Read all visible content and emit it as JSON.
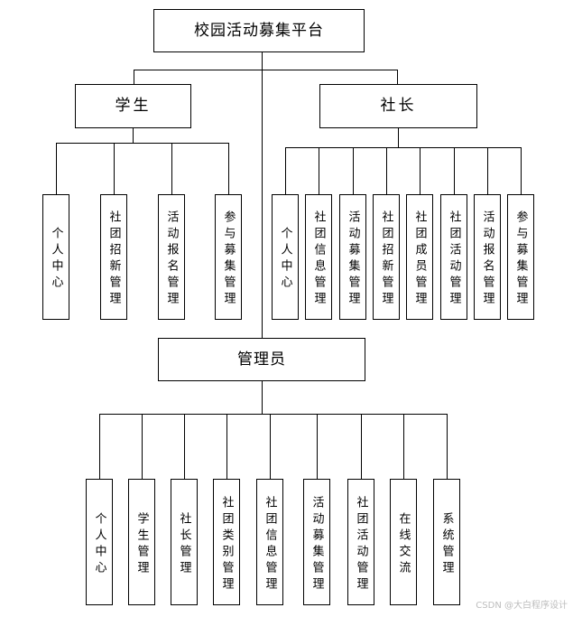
{
  "root": {
    "label": "校园活动募集平台"
  },
  "student": {
    "label": "学生",
    "children": [
      "个人中心",
      "社团招新管理",
      "活动报名管理",
      "参与募集管理"
    ]
  },
  "president": {
    "label": "社长",
    "children": [
      "个人中心",
      "社团信息管理",
      "活动募集管理",
      "社团招新管理",
      "社团成员管理",
      "社团活动管理",
      "活动报名管理",
      "参与募集管理"
    ]
  },
  "admin": {
    "label": "管理员",
    "children": [
      "个人中心",
      "学生管理",
      "社长管理",
      "社团类别管理",
      "社团信息管理",
      "活动募集管理",
      "社团活动管理",
      "在线交流",
      "系统管理"
    ]
  },
  "watermark": "CSDN @大白程序设计",
  "colors": {
    "line": "#000000",
    "box_border": "#000000",
    "background": "#ffffff",
    "watermark": "#bdbdbd"
  }
}
